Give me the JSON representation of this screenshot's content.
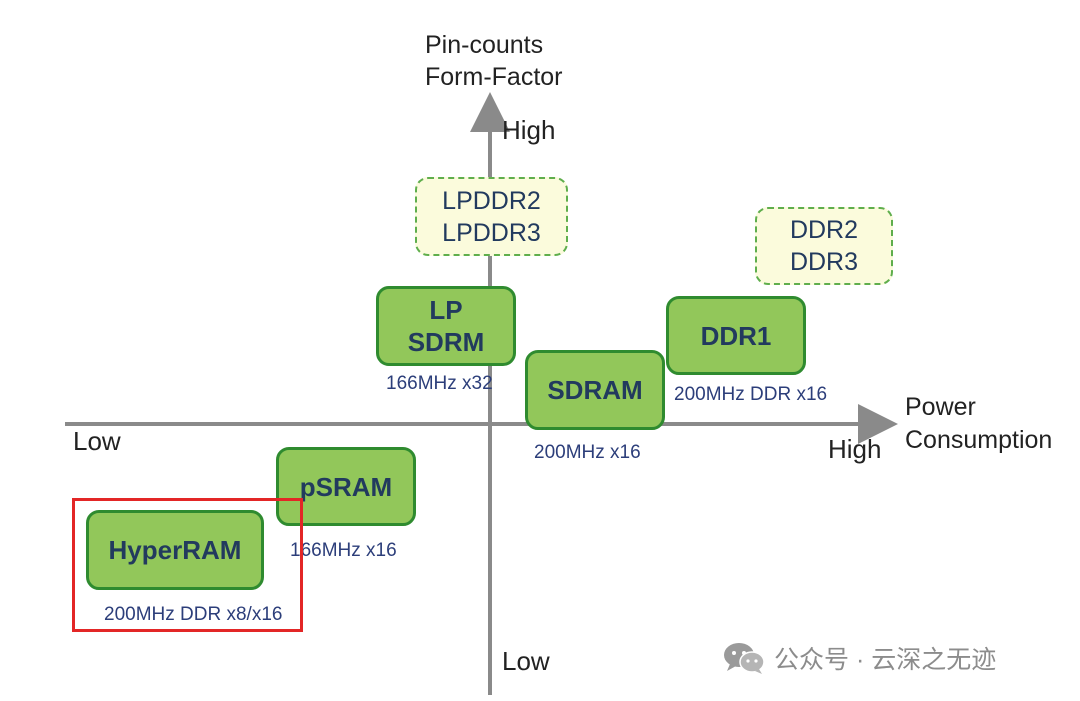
{
  "axes": {
    "y_title_line1": "Pin-counts",
    "y_title_line2": "Form-Factor",
    "x_title_line1": "Power",
    "x_title_line2": "Consumption",
    "y_high": "High",
    "y_low": "Low",
    "x_high": "High",
    "x_low": "Low"
  },
  "boxes": {
    "lpddr": {
      "line1": "LPDDR2",
      "line2": "LPDDR3"
    },
    "ddr23": {
      "line1": "DDR2",
      "line2": "DDR3"
    },
    "lpsdrm": {
      "line1": "LP",
      "line2": "SDRM",
      "spec": "166MHz x32"
    },
    "ddr1": {
      "label": "DDR1",
      "spec": "200MHz DDR x16"
    },
    "sdram": {
      "label": "SDRAM",
      "spec": "200MHz x16"
    },
    "psram": {
      "label": "pSRAM",
      "spec": "166MHz x16"
    },
    "hyperram": {
      "label": "HyperRAM",
      "spec": "200MHz DDR x8/x16"
    }
  },
  "watermark": {
    "text": "公众号 · 云深之无迹",
    "icon": "wechat-icon"
  },
  "colors": {
    "box_fill": "#92c75a",
    "box_border": "#2f8b2f",
    "dashed_fill": "#fbfbdc",
    "highlight": "#e32626",
    "axis": "#8a8a8a"
  }
}
